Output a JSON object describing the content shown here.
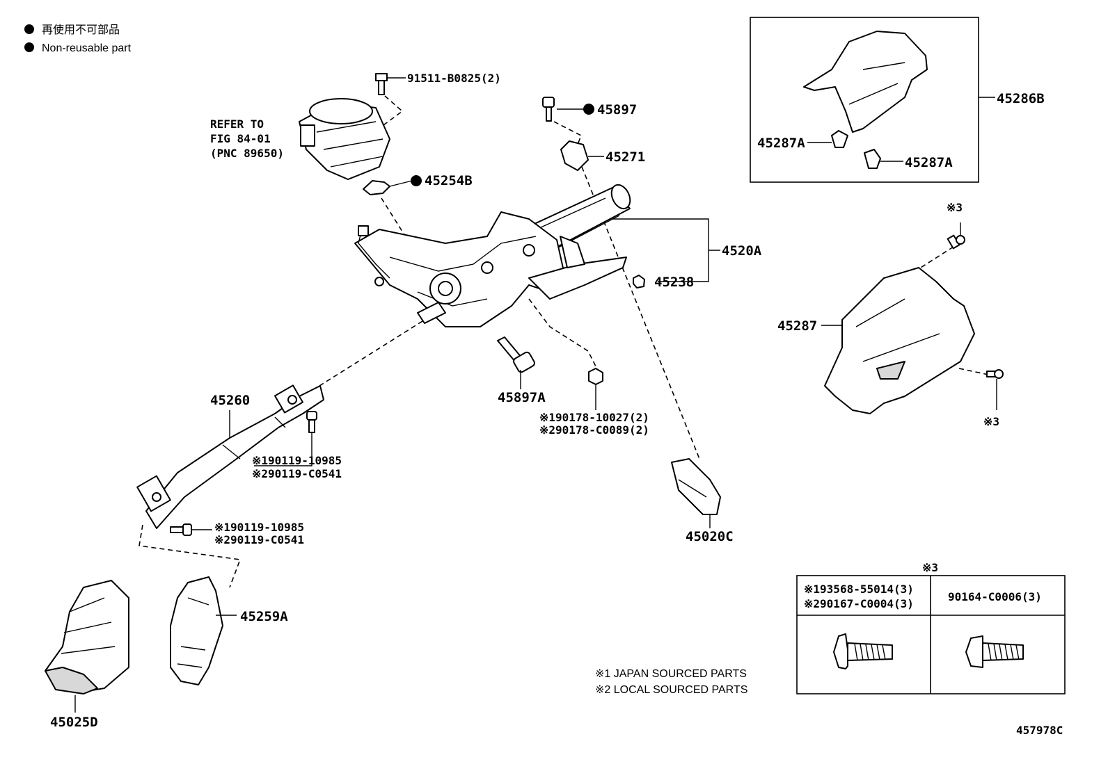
{
  "legend": {
    "dot_label_jp": "再使用不可部品",
    "dot_label_en": "Non-reusable part"
  },
  "labels": {
    "p91511": "91511-B0825(2)",
    "refer_line1": "REFER TO",
    "refer_line2": "FIG 84-01",
    "refer_line3": "(PNC 89650)",
    "p45254b": "45254B",
    "p45897": "45897",
    "p45271": "45271",
    "p4520a": "4520A",
    "p45238": "45238",
    "p45897a": "45897A",
    "p90178_1": "※190178-10027(2)",
    "p90178_2": "※290178-C0089(2)",
    "p45260": "45260",
    "p90119a_1": "※190119-10985",
    "p90119a_2": "※290119-C0541",
    "p90119b_1": "※190119-10985",
    "p90119b_2": "※290119-C0541",
    "p45259a": "45259A",
    "p45025d": "45025D",
    "p45020c": "45020C",
    "p45286b": "45286B",
    "p45287a_left": "45287A",
    "p45287a_right": "45287A",
    "p45287": "45287",
    "ref3_top": "※3",
    "ref3_bottom": "※3"
  },
  "table": {
    "title": "※3",
    "col1_line1": "※193568-55014(3)",
    "col1_line2": "※290167-C0004(3)",
    "col2": "90164-C0006(3)"
  },
  "notes": {
    "note1": "※1 JAPAN SOURCED PARTS",
    "note2": "※2 LOCAL SOURCED PARTS"
  },
  "figure_id": "457978C",
  "icons": [
    "non-reusable-dot-icon"
  ]
}
